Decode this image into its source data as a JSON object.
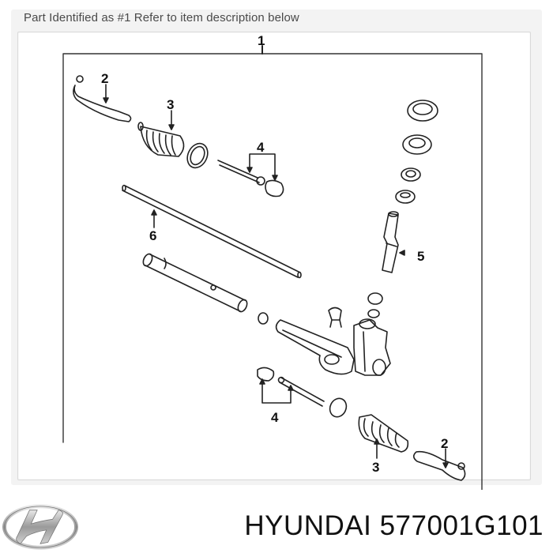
{
  "header": {
    "title": "Part Identified as #1 Refer to item description below"
  },
  "diagram": {
    "assembly_callout": "1",
    "callouts": [
      {
        "id": "2",
        "part": "tie-rod-end-left"
      },
      {
        "id": "3",
        "part": "rack-boot-left"
      },
      {
        "id": "4",
        "part": "inner-tie-rod-upper"
      },
      {
        "id": "6",
        "part": "rack-bar"
      },
      {
        "id": "5",
        "part": "pinion-shaft"
      },
      {
        "id": "4",
        "part": "inner-tie-rod-lower"
      },
      {
        "id": "3",
        "part": "rack-boot-right"
      },
      {
        "id": "2",
        "part": "tie-rod-end-right"
      }
    ]
  },
  "footer": {
    "brand_logo": "hyundai-logo",
    "part_label": "HYUNDAI 577001G101"
  }
}
